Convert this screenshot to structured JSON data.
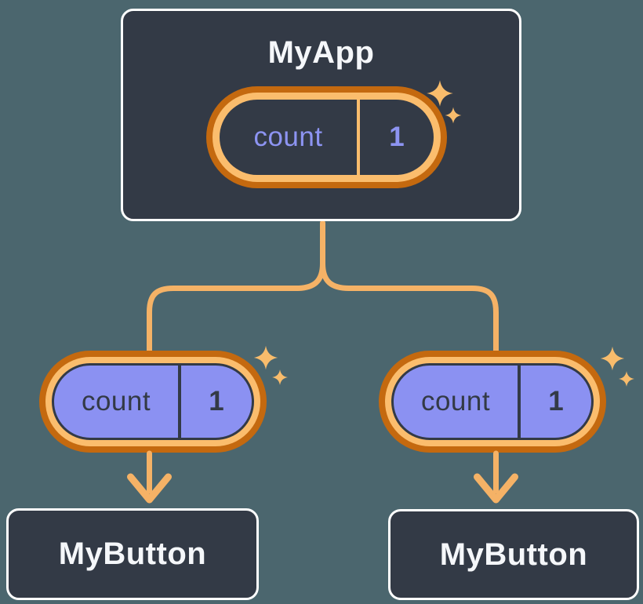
{
  "colors": {
    "background": "#4b666e",
    "card_fill": "#333a46",
    "card_border": "#ffffff",
    "text_light": "#f5f7fa",
    "text_dark": "#333a46",
    "purple": "#8d94f2",
    "pill_fill": "#8b91f2",
    "orange_dark": "#c4690f",
    "orange_light": "#fbbd6d",
    "connector": "#f5b266",
    "sparkle": "#f8bc6c"
  },
  "diagram": {
    "root": {
      "title": "MyApp",
      "state": {
        "label": "count",
        "value": "1"
      }
    },
    "children": [
      {
        "title": "MyButton",
        "prop": {
          "label": "count",
          "value": "1"
        }
      },
      {
        "title": "MyButton",
        "prop": {
          "label": "count",
          "value": "1"
        }
      }
    ]
  }
}
